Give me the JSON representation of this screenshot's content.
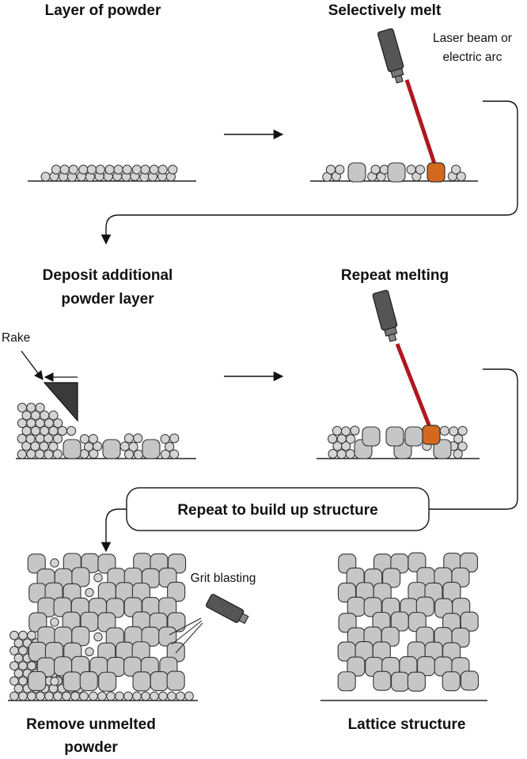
{
  "steps": {
    "layer_of_powder": "Layer of powder",
    "selectively_melt": "Selectively melt",
    "deposit_line1": "Deposit additional",
    "deposit_line2": "powder layer",
    "repeat_melting": "Repeat melting",
    "remove_line1": "Remove unmelted",
    "remove_line2": "powder",
    "lattice_structure": "Lattice structure"
  },
  "labels": {
    "laser_line1": "Laser beam or",
    "laser_line2": "electric arc",
    "rake": "Rake",
    "grit_blasting": "Grit blasting"
  },
  "repeat_box": "Repeat to build up structure",
  "colors": {
    "powder_fill": "#d4d4d4",
    "powder_stroke": "#333333",
    "melted_fill": "#c6c6c6",
    "melt_pool": "#d2691e",
    "laser_beam": "#b0171f",
    "nozzle": "#555555",
    "rake": "#3a3a3a"
  },
  "icons": [
    "laser-nozzle-icon",
    "rake-icon",
    "grit-blast-nozzle-icon"
  ]
}
